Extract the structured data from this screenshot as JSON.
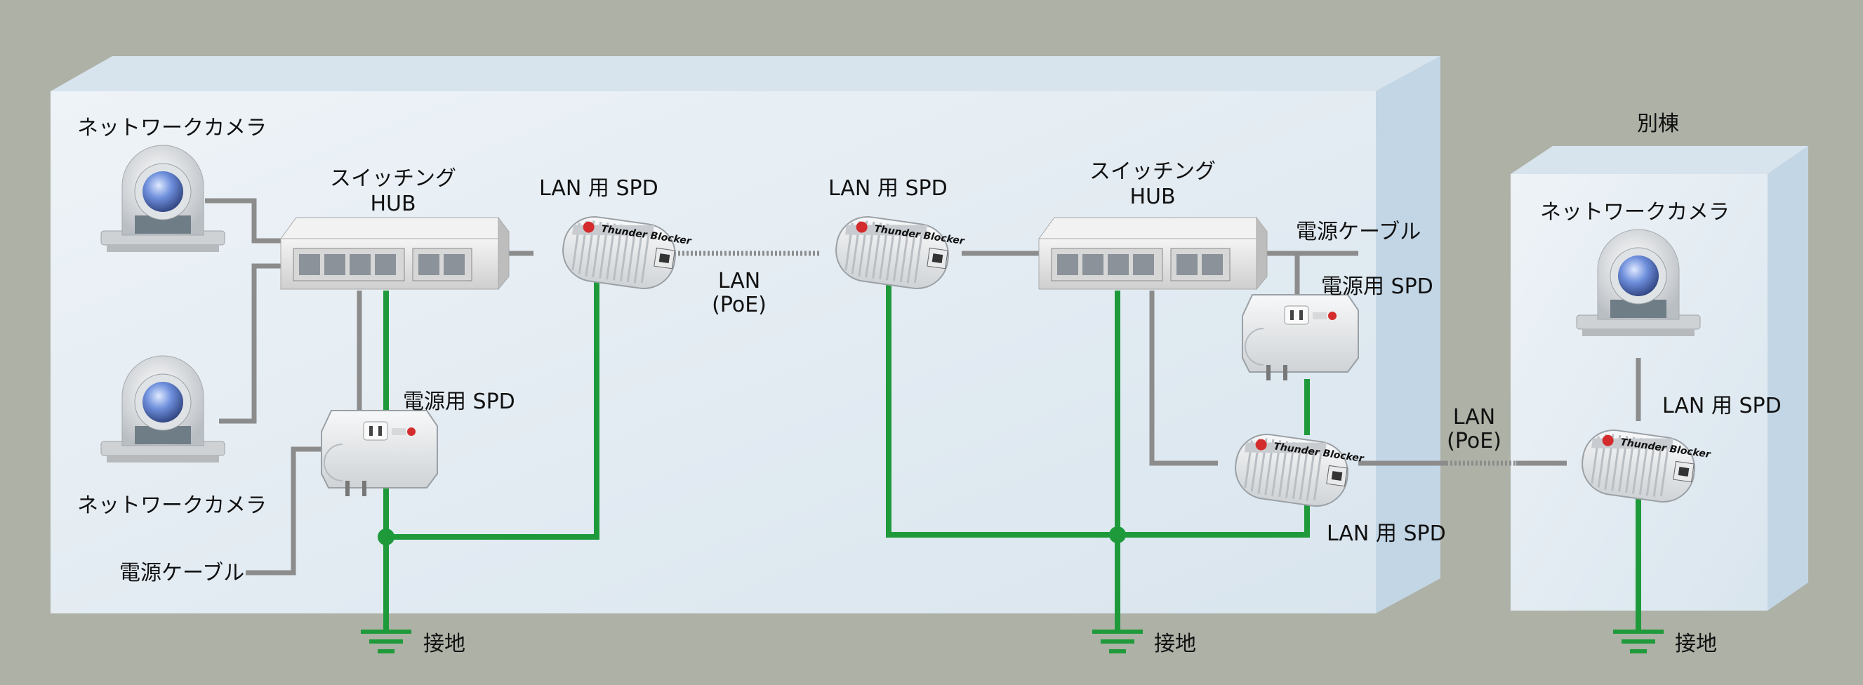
{
  "labels": {
    "network_camera": "ネットワークカメラ",
    "switching_hub_line1": "スイッチング",
    "switching_hub_line2": "HUB",
    "lan_spd": "LAN 用 SPD",
    "power_spd": "電源用 SPD",
    "lan_poe_line1": "LAN",
    "lan_poe_line2": "(PoE)",
    "power_cable": "電源ケーブル",
    "ground": "接地",
    "separate_building": "別棟",
    "spd_brand": "Thunder Blocker"
  },
  "colors": {
    "background": "#aeb1a6",
    "building_front": "#e6edf3",
    "building_side": "#c3d6e5",
    "building_top": "#d7e4ee",
    "ground_wire": "#1f9a3b",
    "cable": "#8c8c8c",
    "device_body": "#e6e6e6",
    "camera_lens": "#3d62b5"
  },
  "icons": [
    "network-camera-icon",
    "switching-hub-icon",
    "lan-spd-icon",
    "power-spd-icon",
    "ground-symbol-icon"
  ]
}
